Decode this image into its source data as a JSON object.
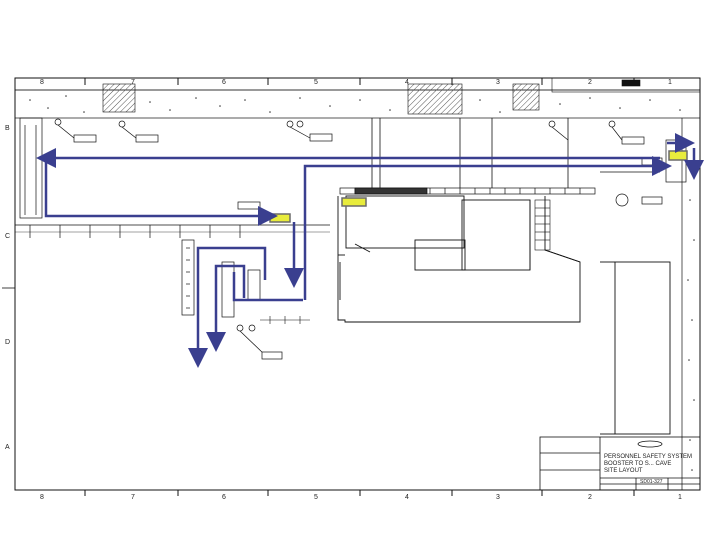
{
  "colors": {
    "arrow": "#3a3f8f",
    "highlight_fill": "#e8ec3c",
    "highlight_stroke": "#6a6a6a",
    "line": "#111111",
    "hatch": "#555555"
  },
  "border": {
    "top_markers": [
      "8",
      "7",
      "6",
      "5",
      "4",
      "3",
      "2",
      "1"
    ],
    "bottom_markers": [
      "8",
      "7",
      "6",
      "5",
      "4",
      "3",
      "2",
      "1"
    ],
    "left_markers": [
      "B",
      "C",
      "D",
      "A"
    ]
  },
  "tags": {
    "tag_top_left": "",
    "tag_top_mid": "",
    "tag_top_center": "",
    "tag_top_right": "",
    "tag_mid_left": "",
    "tag_right_a": "",
    "tag_right_b": "",
    "tag_bottom": ""
  },
  "title_block": {
    "title_line_1": "PERSONNEL SAFETY SYSTEM",
    "title_line_2": "BOOSTER TO S... CAVE",
    "title_line_3": "SITE LAYOUT",
    "drawing_number": "SD01-327"
  }
}
